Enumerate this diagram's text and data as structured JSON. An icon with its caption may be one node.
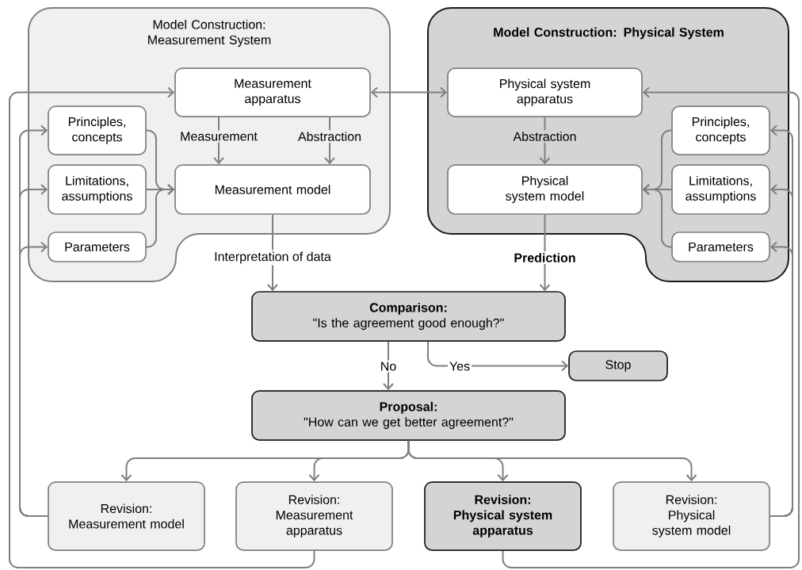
{
  "diagram": {
    "nodes": [
      {
        "text": [
          "Model Construction: Measurement System"
        ]
      },
      {
        "text": [
          "Measurement apparatus"
        ],
        "in": 0
      },
      {
        "text": [
          "Principles, concepts"
        ],
        "in": 0
      },
      {
        "text": [
          "Limitations, assumptions"
        ],
        "in": 0
      },
      {
        "text": [
          "Parameters"
        ],
        "in": 0
      },
      {
        "text": [
          "Measurement model"
        ],
        "in": 0
      },
      {
        "text": [
          "Model Construction: Physical System"
        ]
      },
      {
        "text": [
          "Physical system apparatus"
        ],
        "in": 6
      },
      {
        "text": [
          "Physical system model"
        ],
        "in": 6
      },
      {
        "text": [
          "Principles, concepts"
        ],
        "in": 6
      },
      {
        "text": [
          "Limitations, assumptions"
        ],
        "in": 6
      },
      {
        "text": [
          "Parameters"
        ],
        "in": 6
      },
      {
        "text": [
          "Comparison:",
          "\"Is the agreement good enough?\""
        ]
      },
      {
        "text": [
          "Stop"
        ]
      },
      {
        "text": [
          "Proposal:",
          "\"How can we get better agreement?\""
        ]
      },
      {
        "text": [
          "Revision:",
          "Measurement model"
        ]
      },
      {
        "text": [
          "Revision:",
          "Measurement apparatus"
        ]
      },
      {
        "text": [
          "Revision:",
          "Physical system apparatus"
        ]
      },
      {
        "text": [
          "Revision:",
          "Physical system model"
        ]
      }
    ],
    "edges": [
      {
        "from": 1,
        "to": 7,
        "arrow": "both"
      },
      {
        "from": 1,
        "to": 5,
        "arrow": "to",
        "label": "Measurement"
      },
      {
        "from": 1,
        "to": 5,
        "arrow": "to",
        "label": "Abstraction"
      },
      {
        "from": 2,
        "to": 5,
        "arrow": "to"
      },
      {
        "from": 3,
        "to": 5,
        "arrow": "to"
      },
      {
        "from": 4,
        "to": 5,
        "arrow": "to"
      },
      {
        "from": 7,
        "to": 8,
        "arrow": "to",
        "label": "Abstraction"
      },
      {
        "from": 9,
        "to": 8,
        "arrow": "to"
      },
      {
        "from": 10,
        "to": 8,
        "arrow": "to"
      },
      {
        "from": 11,
        "to": 8,
        "arrow": "to"
      },
      {
        "from": 5,
        "to": 12,
        "arrow": "to",
        "label": "Interpretation of data"
      },
      {
        "from": 8,
        "to": 12,
        "arrow": "to",
        "label": "Prediction"
      },
      {
        "from": 12,
        "to": 14,
        "arrow": "to",
        "label": "No"
      },
      {
        "from": 12,
        "to": 13,
        "arrow": "to",
        "label": "Yes"
      },
      {
        "from": 14,
        "to": 15,
        "arrow": "to"
      },
      {
        "from": 14,
        "to": 16,
        "arrow": "to"
      },
      {
        "from": 14,
        "to": 17,
        "arrow": "to"
      },
      {
        "from": 14,
        "to": 18,
        "arrow": "to"
      },
      {
        "from": 15,
        "to": 2,
        "arrow": "to"
      },
      {
        "from": 15,
        "to": 3,
        "arrow": "to"
      },
      {
        "from": 15,
        "to": 4,
        "arrow": "to"
      },
      {
        "from": 16,
        "to": 1,
        "arrow": "to"
      },
      {
        "from": 17,
        "to": 7,
        "arrow": "to"
      },
      {
        "from": 18,
        "to": 9,
        "arrow": "to"
      },
      {
        "from": 18,
        "to": 10,
        "arrow": "to"
      },
      {
        "from": 18,
        "to": 11,
        "arrow": "to"
      }
    ]
  }
}
